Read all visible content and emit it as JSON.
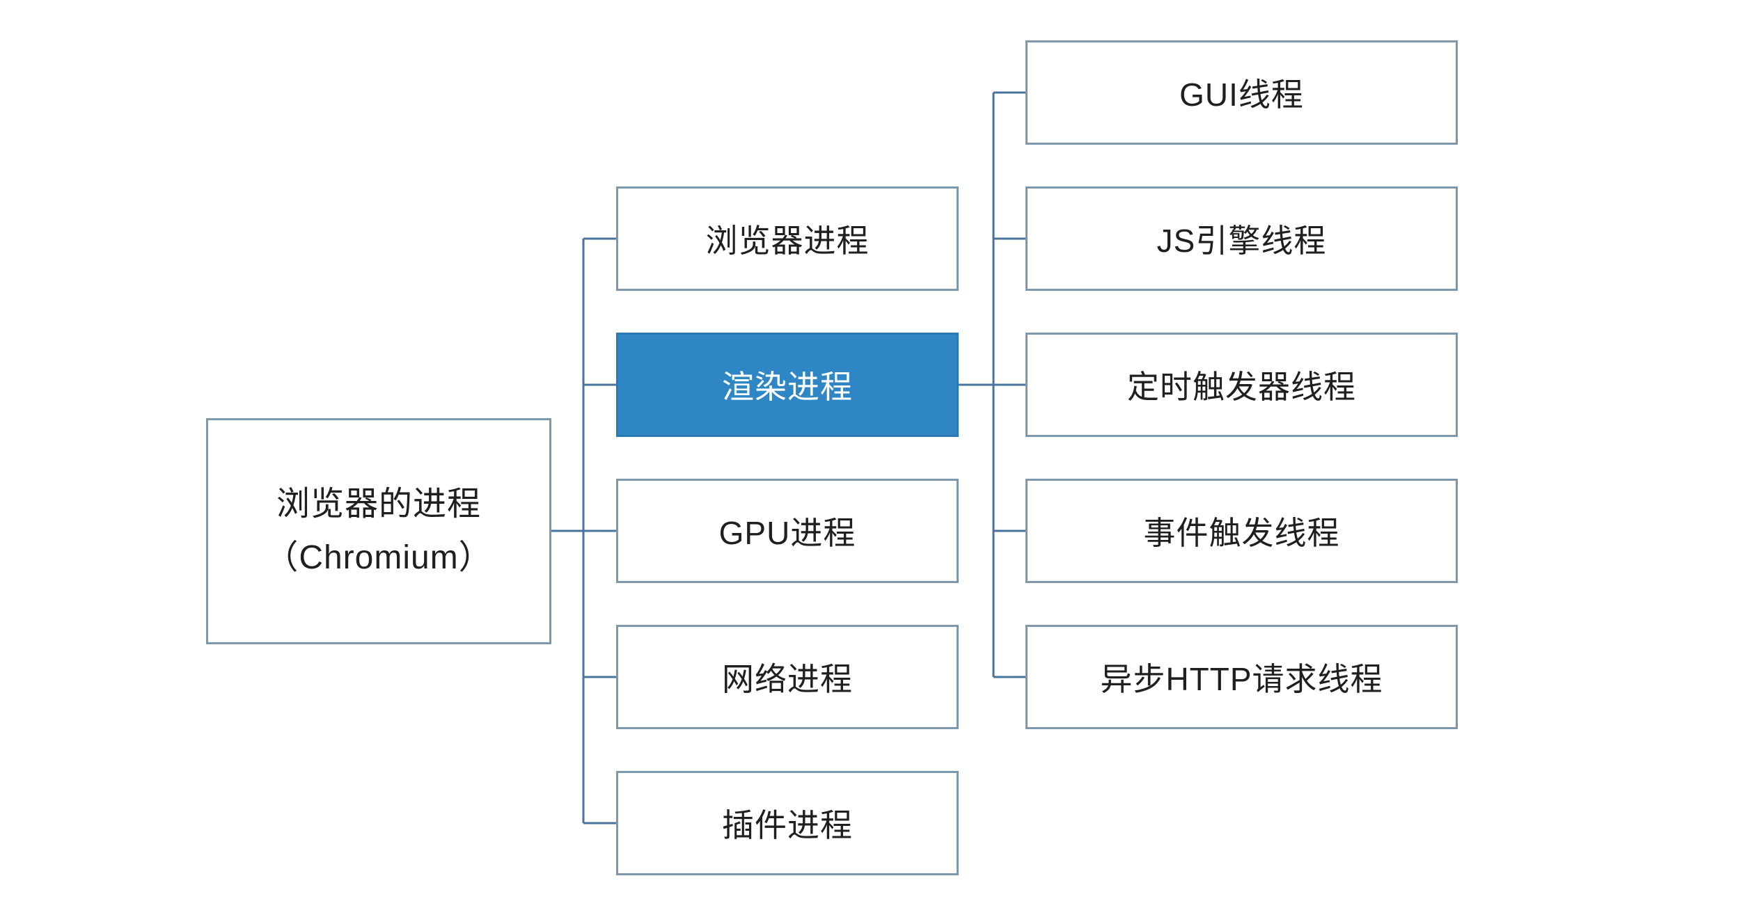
{
  "diagram": {
    "title_hint": "Chromium browser multi-process architecture tree",
    "root": {
      "line1": "浏览器的进程",
      "line2": "（Chromium）"
    },
    "processes": [
      {
        "label": "浏览器进程",
        "highlighted": false
      },
      {
        "label": "渲染进程",
        "highlighted": true
      },
      {
        "label": "GPU进程",
        "highlighted": false
      },
      {
        "label": "网络进程",
        "highlighted": false
      },
      {
        "label": "插件进程",
        "highlighted": false
      }
    ],
    "render_process_threads": [
      {
        "label": "GUI线程"
      },
      {
        "label": "JS引擎线程"
      },
      {
        "label": "定时触发器线程"
      },
      {
        "label": "事件触发线程"
      },
      {
        "label": "异步HTTP请求线程"
      }
    ],
    "colors": {
      "background": "#ffffff",
      "box_border": "#7d98ad",
      "connector": "#47739d",
      "text": "#1f1f1f",
      "highlight_fill": "#2e86c5",
      "highlight_border": "#2a79b2",
      "highlight_text": "#ffffff"
    }
  }
}
